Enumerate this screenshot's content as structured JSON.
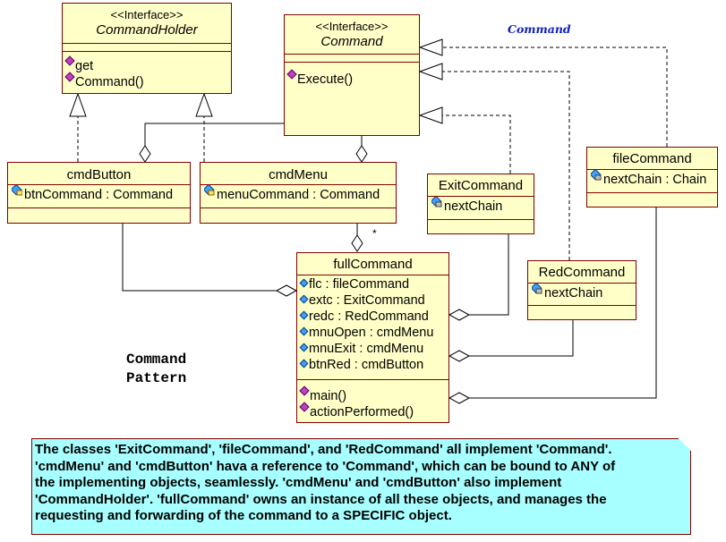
{
  "diagram_title": "Command",
  "caption": [
    "Command",
    "Pattern"
  ],
  "multiplicity": "*",
  "classes": {
    "command_holder": {
      "stereotype": "<<Interface>>",
      "name": "CommandHolder",
      "attributes": [],
      "operations": [
        "get",
        "Command()"
      ]
    },
    "command": {
      "stereotype": "<<Interface>>",
      "name": "Command",
      "attributes": [],
      "operations": [
        "Execute()"
      ]
    },
    "cmd_button": {
      "name": "cmdButton",
      "attributes": [
        "btnCommand : Command"
      ],
      "operations": []
    },
    "cmd_menu": {
      "name": "cmdMenu",
      "attributes": [
        "menuCommand : Command"
      ],
      "operations": []
    },
    "exit_command": {
      "name": "ExitCommand",
      "attributes": [
        "nextChain"
      ],
      "operations": []
    },
    "file_command": {
      "name": "fileCommand",
      "attributes": [
        "nextChain : Chain"
      ],
      "operations": []
    },
    "red_command": {
      "name": "RedCommand",
      "attributes": [
        "nextChain"
      ],
      "operations": []
    },
    "full_command": {
      "name": "fullCommand",
      "attributes": [
        "flc : fileCommand",
        "extc : ExitCommand",
        "redc : RedCommand",
        "mnuOpen : cmdMenu",
        "mnuExit : cmdMenu",
        "btnRed : cmdButton"
      ],
      "operations": [
        "main()",
        "actionPerformed()"
      ]
    }
  },
  "note": {
    "lines": [
      "The classes 'ExitCommand', 'fileCommand', and 'RedCommand' all implement 'Command'.",
      "'cmdMenu' and 'cmdButton' hava a reference to 'Command', which can be bound to ANY of",
      "the implementing objects, seamlessly. 'cmdMenu' and 'cmdButton' also implement",
      "'CommandHolder'.  'fullCommand' owns an instance of all these objects, and manages the",
      "requesting and forwarding of the command to a SPECIFIC object."
    ]
  },
  "colors": {
    "class_fill": "#ffffc8",
    "class_border": "#800000",
    "note_fill": "#a8ffff",
    "title": "#1020c0",
    "line": "#000000"
  }
}
